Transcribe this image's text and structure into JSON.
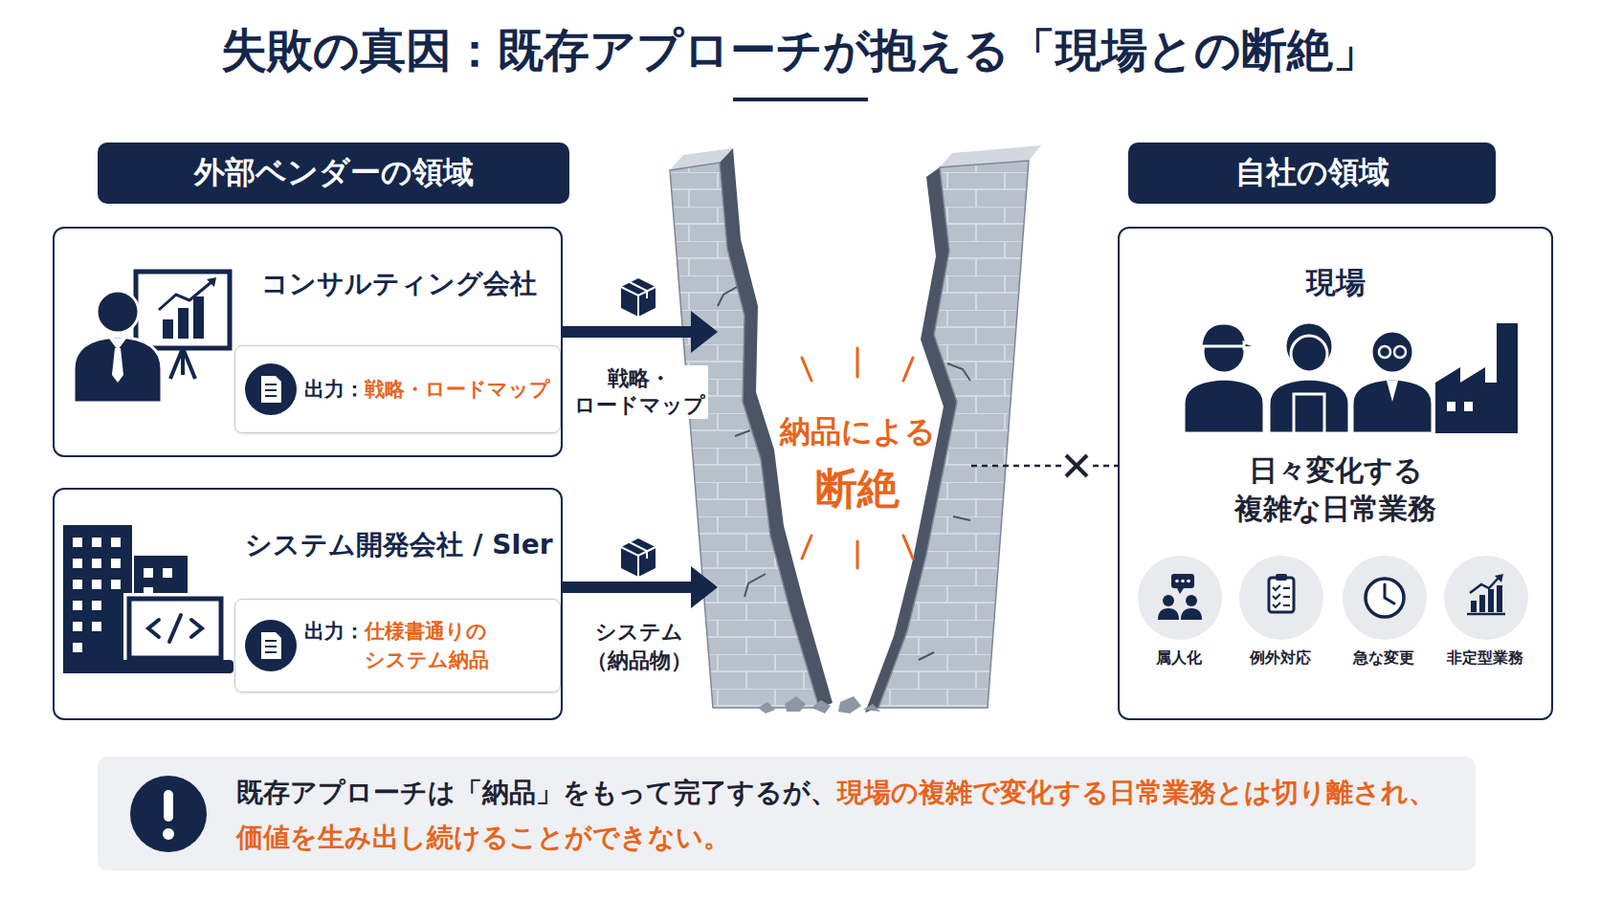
{
  "diagram": {
    "title": "失敗の真因：既存アプローチが抱える「現場との断絶」",
    "nodes": [
      {
        "text": [
          "外部ベンダーの領域"
        ]
      },
      {
        "text": [
          "コンサルティング会社"
        ]
      },
      {
        "text": [
          "出力：",
          "戦略・ロードマップ"
        ],
        "in": 1
      },
      {
        "text": [
          "システム開発会社 / SIer"
        ]
      },
      {
        "text": [
          "出力：",
          "仕様書通りの システム納品"
        ],
        "in": 3
      },
      {
        "text": [
          "自社の領域"
        ]
      },
      {
        "text": [
          "現場",
          "日々変化する 複雑な日常業務"
        ]
      },
      {
        "text": [
          "属人化"
        ],
        "in": 6
      },
      {
        "text": [
          "例外対応"
        ],
        "in": 6
      },
      {
        "text": [
          "急な変更"
        ],
        "in": 6
      },
      {
        "text": [
          "非定型業務"
        ],
        "in": 6
      },
      {
        "text": [
          "既存アプローチは「納品」をもって完了するが、",
          "現場の複雑で変化する日常業務とは切り離され、 価値を生み出し続けることができない。"
        ]
      }
    ],
    "labels": [
      "戦略・ ロードマップ",
      "システム （納品物）",
      "納品による 断絶"
    ]
  }
}
